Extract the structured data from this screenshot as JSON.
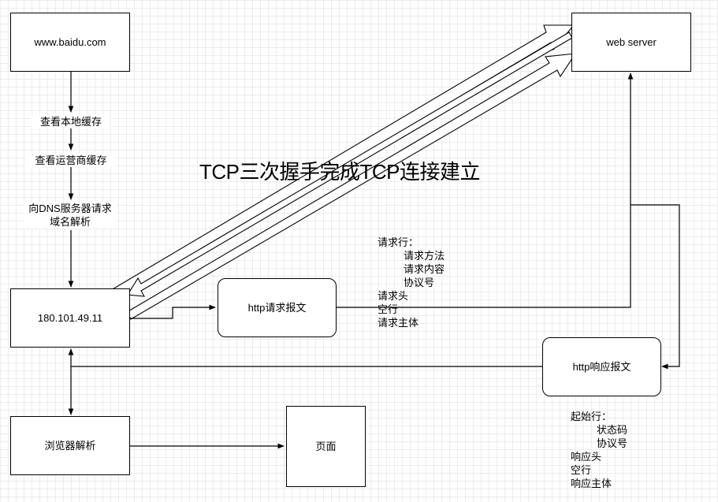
{
  "nodes": {
    "baidu": "www.baidu.com",
    "web_server": "web server",
    "ip": "180.101.49.11",
    "http_request": "http请求报文",
    "http_response": "http响应报文",
    "browser_parse": "浏览器解析",
    "page": "页面"
  },
  "steps": {
    "local_cache": "查看本地缓存",
    "isp_cache": "查看运营商缓存",
    "dns_request": "向DNS服务器请求域名解析"
  },
  "title": "TCP三次握手完成TCP连接建立",
  "request_notes": {
    "request_line": "请求行：",
    "method": "请求方法",
    "content": "请求内容",
    "protocol": "协议号",
    "header": "请求头",
    "blank": "空行",
    "body": "请求主体"
  },
  "response_notes": {
    "start_line": "起始行：",
    "status": "状态码",
    "protocol": "协议号",
    "header": "响应头",
    "blank": "空行",
    "body": "响应主体"
  },
  "colors": {
    "stroke": "#000000",
    "grid": "#ececec",
    "background": "#ffffff"
  }
}
